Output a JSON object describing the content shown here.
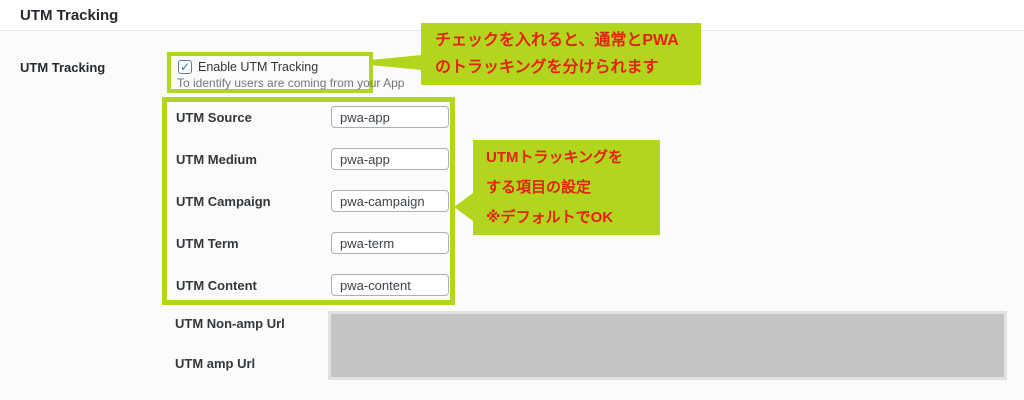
{
  "page": {
    "title": "UTM Tracking"
  },
  "form": {
    "section_label": "UTM Tracking",
    "enable": {
      "label": "Enable UTM Tracking",
      "checked": true,
      "check_glyph": "✓",
      "description": "To identify users are coming from your App"
    },
    "fields": [
      {
        "label": "UTM Source",
        "value": "pwa-app"
      },
      {
        "label": "UTM Medium",
        "value": "pwa-app"
      },
      {
        "label": "UTM Campaign",
        "value": "pwa-campaign"
      },
      {
        "label": "UTM Term",
        "value": "pwa-term"
      },
      {
        "label": "UTM Content",
        "value": "pwa-content"
      }
    ],
    "url_fields": [
      {
        "label": "UTM Non-amp Url"
      },
      {
        "label": "UTM amp Url"
      }
    ]
  },
  "annotations": {
    "checkbox_note": {
      "line1": "チェックを入れると、通常とPWA",
      "line2": "のトラッキングを分けられます"
    },
    "fields_note": {
      "line1": "UTMトラッキングを",
      "line2": "する項目の設定",
      "line3": "※デフォルトでOK"
    }
  },
  "colors": {
    "highlight_green": "#b2d61e",
    "annotation_red": "#e42112",
    "redacted_gray": "#c3c4c3"
  }
}
